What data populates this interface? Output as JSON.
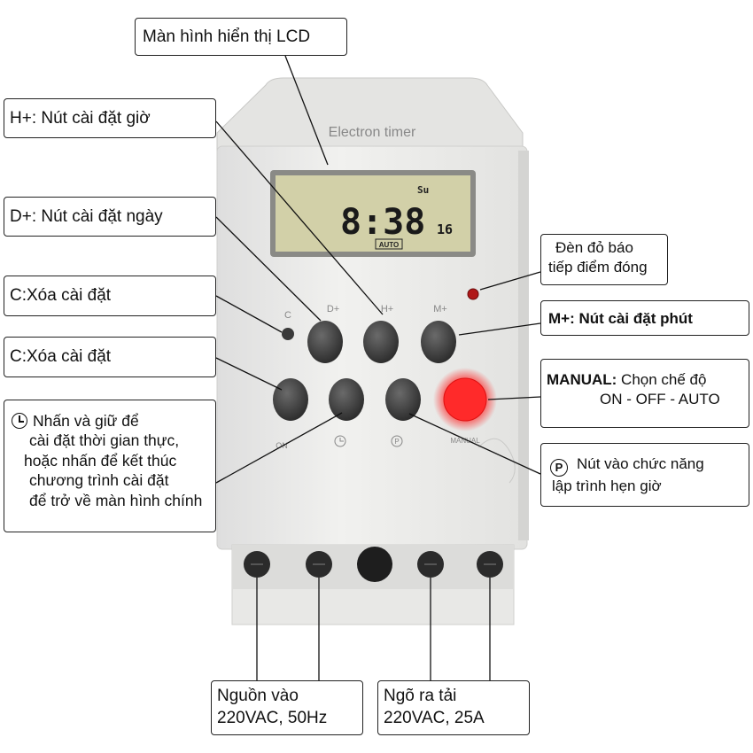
{
  "device": {
    "brand_text": "Electron timer",
    "lcd": {
      "day": "Su",
      "time": "8:38",
      "seconds": "16",
      "mode": "AUTO"
    },
    "button_labels": {
      "c": "C",
      "d_plus": "D+",
      "h_plus": "H+",
      "m_plus": "M+",
      "on_off": "ON",
      "manual": "MANUAL"
    }
  },
  "callouts": {
    "lcd": "Màn hình hiển thị LCD",
    "h_plus": "H+: Nút cài đặt giờ",
    "d_plus": "D+: Nút cài đặt ngày",
    "clear_1": "C:Xóa cài đặt",
    "clear_2": "C:Xóa cài đặt",
    "red_led_line1": "Đèn đỏ báo",
    "red_led_line2": "tiếp điểm đóng",
    "m_plus": "M+: Nút cài đặt phút",
    "manual_label": "MANUAL:",
    "manual_line1": " Chọn chế độ",
    "manual_line2": "ON - OFF - AUTO",
    "clock_line1": "Nhấn và giữ để",
    "clock_line2": "cài đặt thời gian thực,",
    "clock_line3": "hoặc nhấn để kết thúc",
    "clock_line4": "chương trình cài đặt",
    "clock_line5": "để trở về màn hình chính",
    "program_icon": "P",
    "program_line1": "Nút vào chức năng",
    "program_line2": "lập trình hẹn giờ",
    "power_in_line1": "Nguồn vào",
    "power_in_line2": "220VAC, 50Hz",
    "load_out_line1": "Ngõ ra tải",
    "load_out_line2": "220VAC, 25A"
  },
  "colors": {
    "device_body": "#e9e9e7",
    "lcd_bg": "#d2d0a8",
    "button_dark": "#4a4a4a",
    "manual_button": "#ff2a2a",
    "led": "#b01818"
  }
}
